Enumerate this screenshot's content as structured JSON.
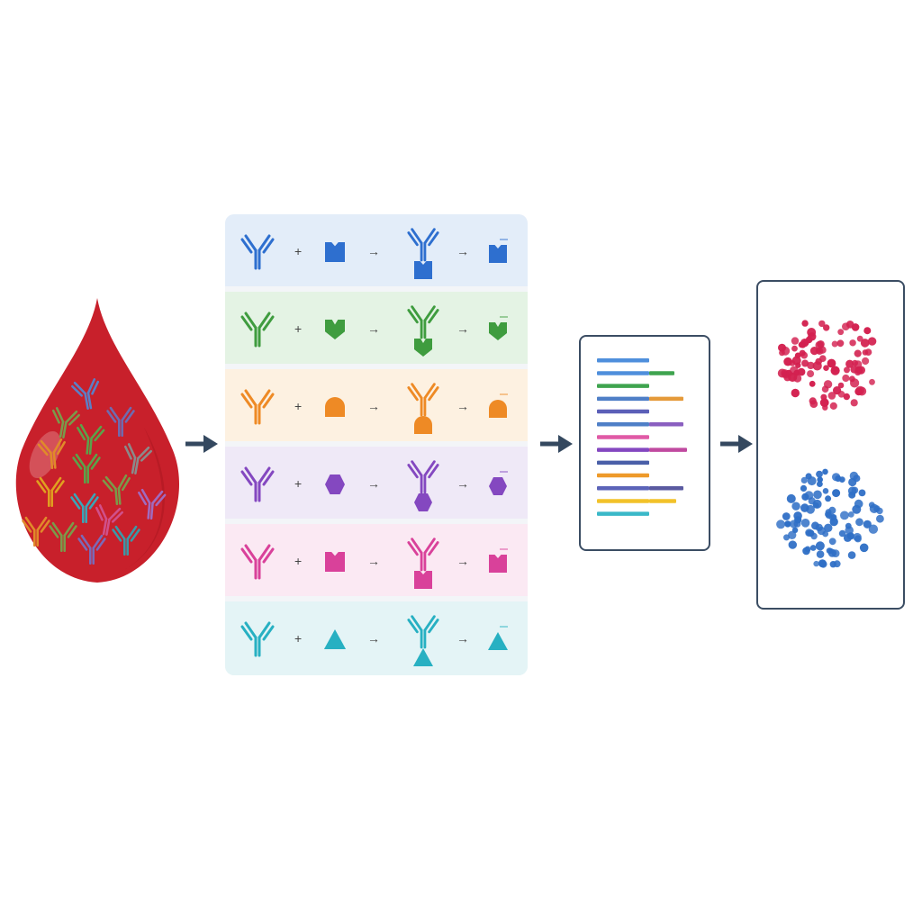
{
  "colors": {
    "blood": "#c8202b",
    "blood_dark": "#a8151f",
    "arrow": "#34485f",
    "card_border": "#3b4d63",
    "cluster_red": "#d32150",
    "cluster_blue": "#2f6fc6"
  },
  "blood_antibody_colors": [
    "#5b7fc7",
    "#7a9a4a",
    "#6f6bb0",
    "#5aa34a",
    "#e08a2a",
    "#8a8a8a",
    "#5aa34a",
    "#e0a020",
    "#7a9a4a",
    "#3aa6b8",
    "#a06abf",
    "#e08a2a",
    "#7a9a4a",
    "#7a6ab8",
    "#3a9aa8",
    "#d0508a"
  ],
  "panels": [
    {
      "color": "#2e6fcf",
      "bg": "#e3edf9",
      "antigen_shape": "notch-square"
    },
    {
      "color": "#3f9c3f",
      "bg": "#e4f3e4",
      "antigen_shape": "shield"
    },
    {
      "color": "#ee8a25",
      "bg": "#fdf1e1",
      "antigen_shape": "dome"
    },
    {
      "color": "#8448c0",
      "bg": "#efe9f7",
      "antigen_shape": "hexagon"
    },
    {
      "color": "#d9419a",
      "bg": "#fbe9f3",
      "antigen_shape": "notch-square"
    },
    {
      "color": "#27b0c2",
      "bg": "#e4f4f6",
      "antigen_shape": "triangle"
    }
  ],
  "symbols": {
    "plus": "+",
    "arrow": "→"
  },
  "sequencing_bars": [
    {
      "segments": [
        {
          "color": "#4f8fdc",
          "length": 58
        }
      ]
    },
    {
      "segments": [
        {
          "color": "#4f8fdc",
          "length": 58
        },
        {
          "color": "#3fa44f",
          "length": 28
        }
      ]
    },
    {
      "segments": [
        {
          "color": "#3fa44f",
          "length": 58
        }
      ]
    },
    {
      "segments": [
        {
          "color": "#4f7fc7",
          "length": 58
        },
        {
          "color": "#e59a3a",
          "length": 38
        }
      ]
    },
    {
      "segments": [
        {
          "color": "#5b5fb8",
          "length": 58
        }
      ]
    },
    {
      "segments": [
        {
          "color": "#4f7fc7",
          "length": 58
        },
        {
          "color": "#8a5fc0",
          "length": 38
        }
      ]
    },
    {
      "segments": [
        {
          "color": "#e05aa6",
          "length": 58
        }
      ]
    },
    {
      "segments": [
        {
          "color": "#8448c0",
          "length": 58
        },
        {
          "color": "#c04aa0",
          "length": 42
        }
      ]
    },
    {
      "segments": [
        {
          "color": "#4a5fa8",
          "length": 58
        }
      ]
    },
    {
      "segments": [
        {
          "color": "#ee9a2a",
          "length": 58
        }
      ]
    },
    {
      "segments": [
        {
          "color": "#5b63b8",
          "length": 58
        },
        {
          "color": "#5a5aa0",
          "length": 38
        }
      ]
    },
    {
      "segments": [
        {
          "color": "#f2c22a",
          "length": 58
        },
        {
          "color": "#f2c22a",
          "length": 30
        }
      ]
    },
    {
      "segments": [
        {
          "color": "#3ab8c8",
          "length": 58
        }
      ]
    }
  ],
  "clusters": [
    {
      "name": "red",
      "color": "#d32150"
    },
    {
      "name": "blue",
      "color": "#2f6fc6"
    }
  ]
}
